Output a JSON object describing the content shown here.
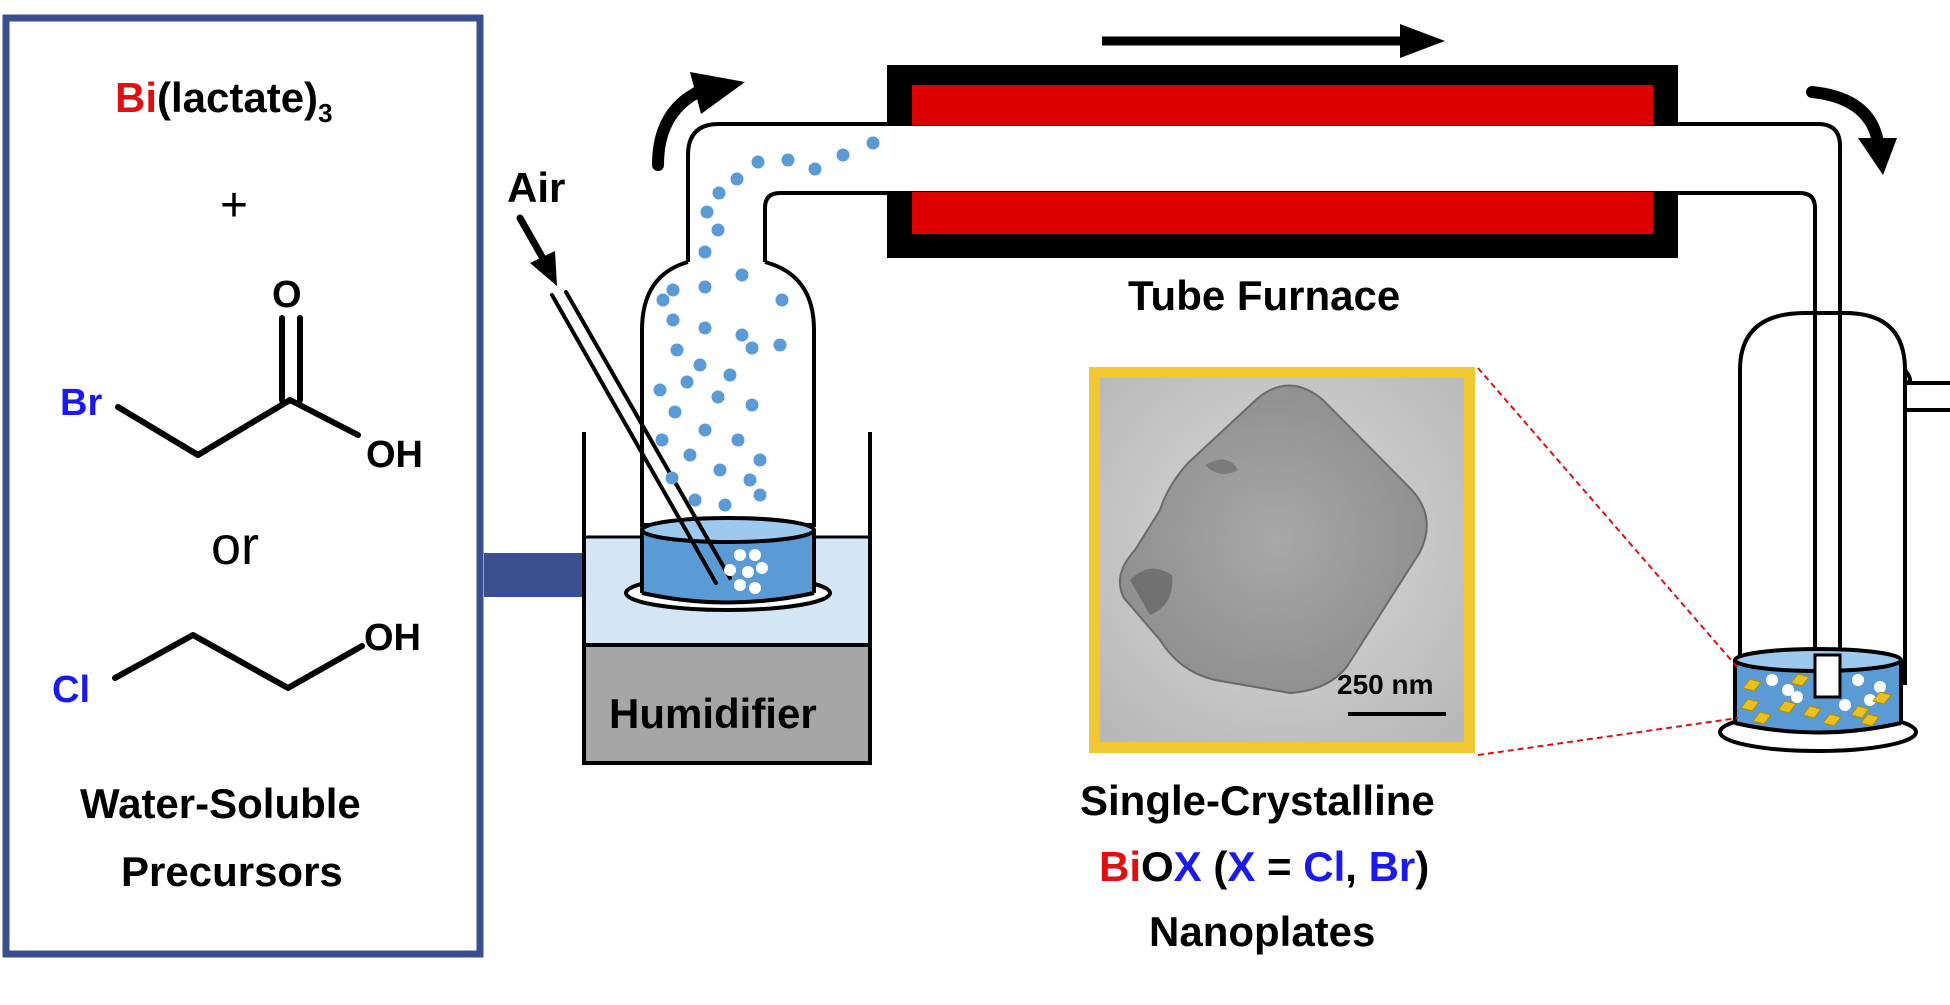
{
  "precursors": {
    "bi_symbol": "Bi",
    "lactate": "(lactate)",
    "lactate_sub": "3",
    "plus": "+",
    "or": "or",
    "carbonyl_o": "O",
    "br": "Br",
    "oh_acid": "OH",
    "cl": "Cl",
    "oh_alcohol": "OH",
    "caption_line1": "Water-Soluble",
    "caption_line2": "Precursors"
  },
  "apparatus": {
    "air_label": "Air",
    "humidifier_label": "Humidifier",
    "furnace_label": "Tube Furnace"
  },
  "tem": {
    "scale_bar": "250 nm"
  },
  "product": {
    "line1": "Single-Crystalline",
    "bi": "Bi",
    "o": "O",
    "x": "X",
    "paren_open": " (",
    "x_eq": "X",
    "eq": " = ",
    "cl": "Cl",
    "comma": ", ",
    "br": "Br",
    "paren_close": ")",
    "line3": "Nanoplates"
  },
  "colors": {
    "frame_blue": "#3b4f8f",
    "furnace_red": "#dd0000",
    "halogen_blue": "#1a1aee",
    "bismuth_red": "#dd1111",
    "liquid_blue": "#5b9bd5",
    "bath_light_blue": "#d4e6f4",
    "humidifier_gray": "#a6a6a6",
    "tem_frame_yellow": "#f0c832",
    "crystal_yellow": "#e8c020"
  }
}
